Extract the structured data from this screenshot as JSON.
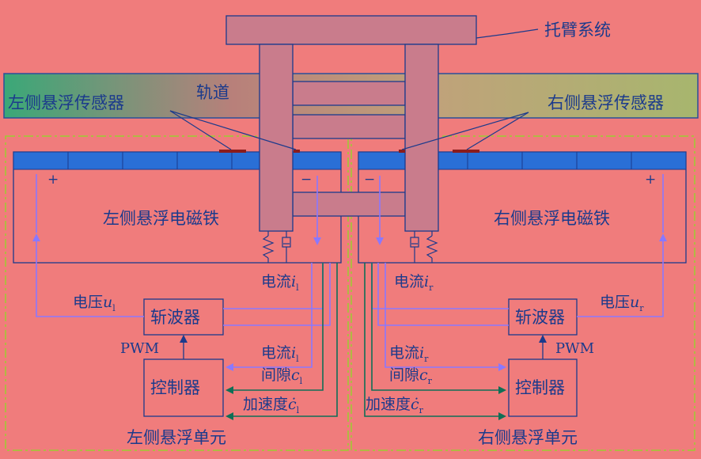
{
  "labels": {
    "bracket_system": "托臂系统",
    "track": "轨道",
    "left_sensor": "左侧悬浮传感器",
    "right_sensor": "右侧悬浮传感器",
    "left_magnet": "左侧悬浮电磁铁",
    "right_magnet": "右侧悬浮电磁铁",
    "left_unit": "左侧悬浮单元",
    "right_unit": "右侧悬浮单元",
    "chopper_left": "斩波器",
    "chopper_right": "斩波器",
    "controller_left": "控制器",
    "controller_right": "控制器",
    "pwm_left": "PWM",
    "pwm_right": "PWM",
    "plus": "+",
    "minus": "−"
  },
  "signals_left": {
    "current_top": {
      "prefix": "电流",
      "var": "i",
      "sub": "l"
    },
    "voltage": {
      "prefix": "电压",
      "var": "u",
      "sub": "l"
    },
    "current": {
      "prefix": "电流",
      "var": "i",
      "sub": "l"
    },
    "gap": {
      "prefix": "间隙",
      "var": "c",
      "sub": "l"
    },
    "accel": {
      "prefix": "加速度",
      "var": "ċ",
      "sub": "l"
    }
  },
  "signals_right": {
    "current_top": {
      "prefix": "电流",
      "var": "i",
      "sub": "r"
    },
    "voltage": {
      "prefix": "电压",
      "var": "u",
      "sub": "r"
    },
    "current": {
      "prefix": "电流",
      "var": "i",
      "sub": "r"
    },
    "gap": {
      "prefix": "间隙",
      "var": "c",
      "sub": "r"
    },
    "accel": {
      "prefix": "加速度",
      "var": "ċ",
      "sub": "r"
    }
  },
  "colors": {
    "background": "#f07c7c",
    "bracket": "#c97c8c",
    "magnet_bar": "#2a6fd6",
    "track_left": "#3aa878",
    "track_right": "#b0b070",
    "label": "#1b3a8c",
    "signal_blue": "#8a78ff",
    "signal_green": "#0f6f56",
    "unit_border": "#9acd32",
    "sensor": "#8b1c1c"
  }
}
